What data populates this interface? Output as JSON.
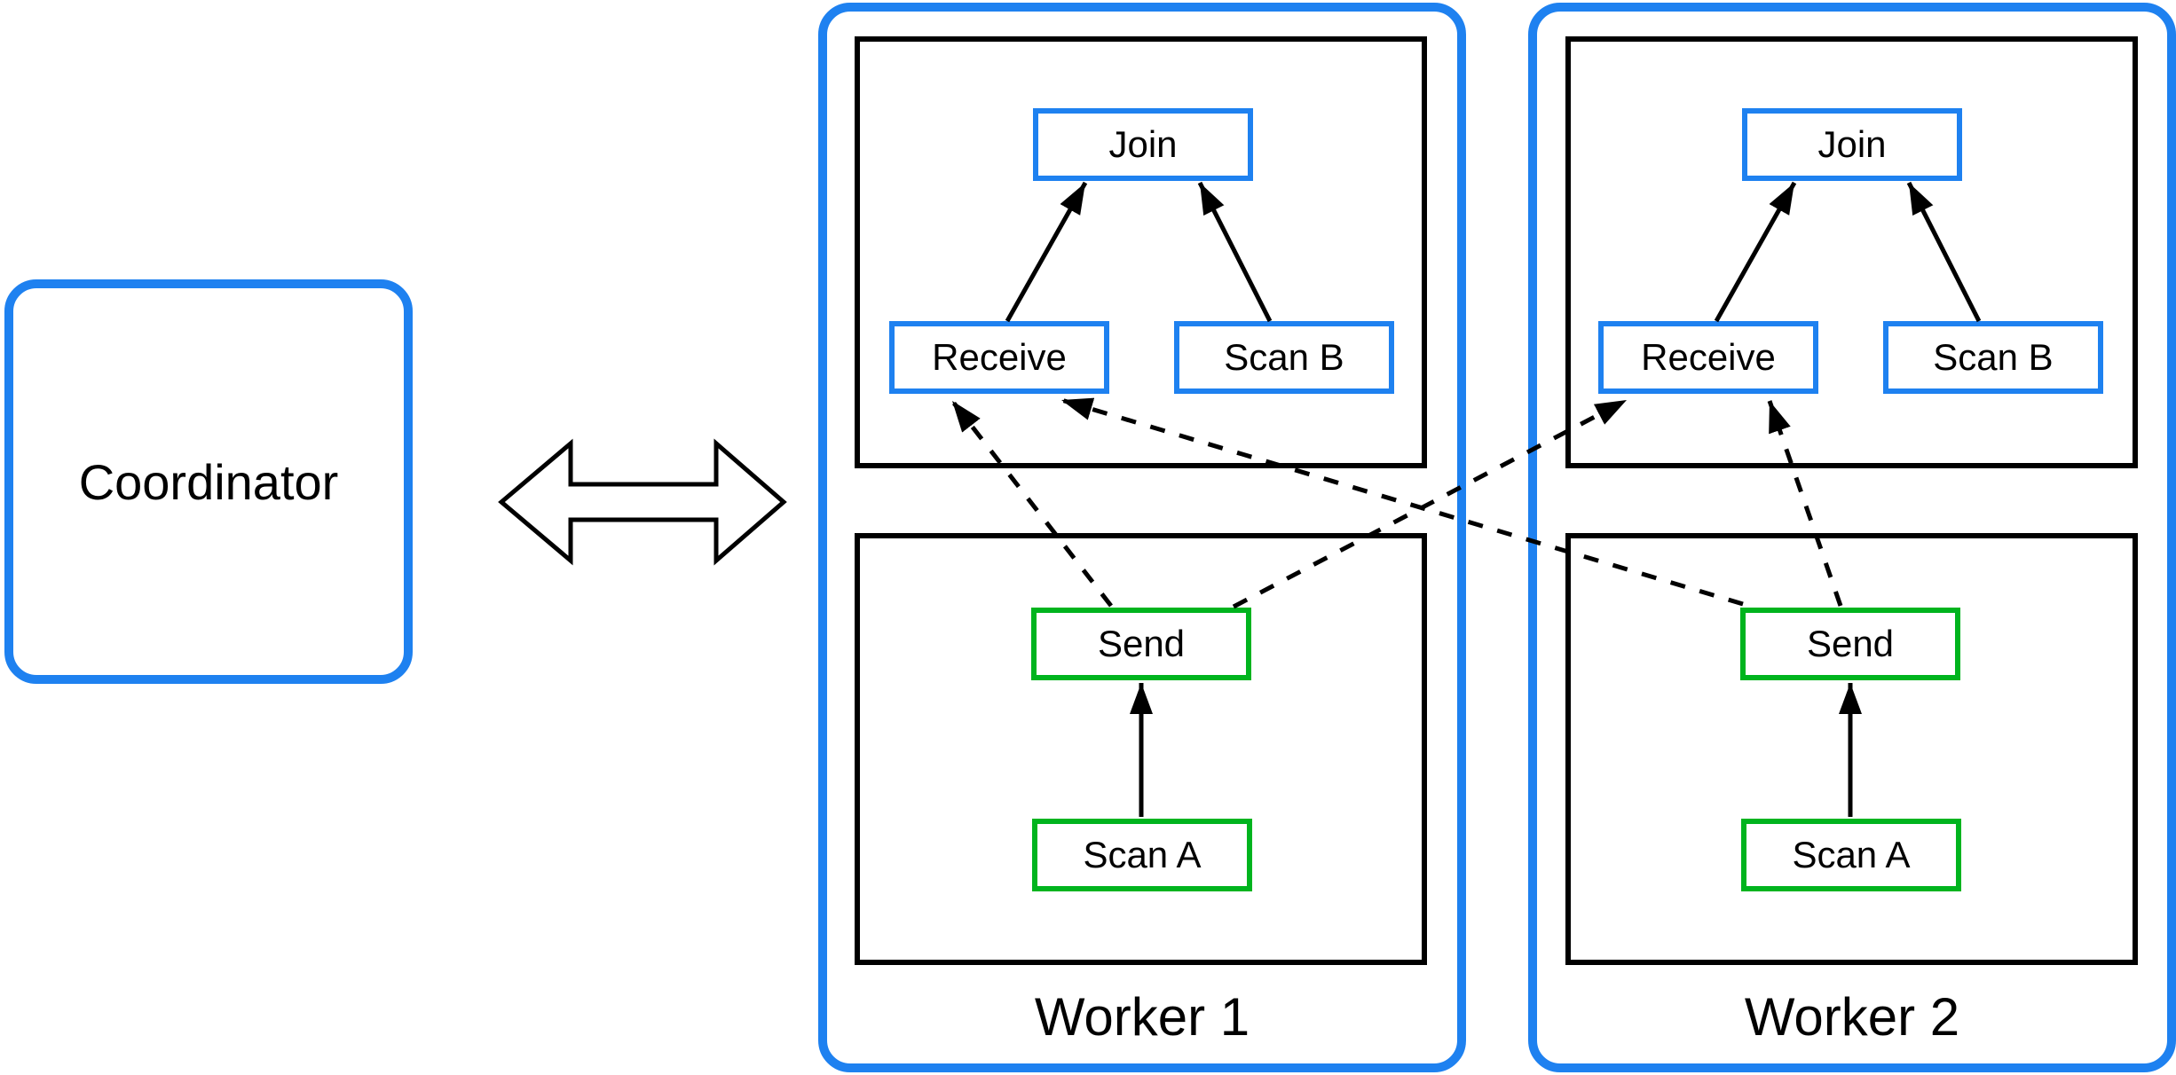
{
  "colors": {
    "blue": "#1e81f0",
    "green": "#00b41e",
    "black": "#000000"
  },
  "coordinator": {
    "label": "Coordinator"
  },
  "coordinator_link": {
    "icon": "double-headed-arrow",
    "style": "outlined",
    "direction": "horizontal-bidirectional"
  },
  "workers": [
    {
      "label": "Worker 1",
      "nodes": {
        "join": {
          "label": "Join",
          "color": "blue"
        },
        "receive": {
          "label": "Receive",
          "color": "blue"
        },
        "scan_b": {
          "label": "Scan B",
          "color": "blue"
        },
        "send": {
          "label": "Send",
          "color": "green"
        },
        "scan_a": {
          "label": "Scan A",
          "color": "green"
        }
      }
    },
    {
      "label": "Worker 2",
      "nodes": {
        "join": {
          "label": "Join",
          "color": "blue"
        },
        "receive": {
          "label": "Receive",
          "color": "blue"
        },
        "scan_b": {
          "label": "Scan B",
          "color": "blue"
        },
        "send": {
          "label": "Send",
          "color": "green"
        },
        "scan_a": {
          "label": "Scan A",
          "color": "green"
        }
      }
    }
  ],
  "edges": {
    "solid": [
      {
        "from": "worker1.receive",
        "to": "worker1.join"
      },
      {
        "from": "worker1.scan_b",
        "to": "worker1.join"
      },
      {
        "from": "worker1.scan_a",
        "to": "worker1.send"
      },
      {
        "from": "worker2.receive",
        "to": "worker2.join"
      },
      {
        "from": "worker2.scan_b",
        "to": "worker2.join"
      },
      {
        "from": "worker2.scan_a",
        "to": "worker2.send"
      }
    ],
    "dashed": [
      {
        "from": "worker1.send",
        "to": "worker1.receive"
      },
      {
        "from": "worker1.send",
        "to": "worker2.receive"
      },
      {
        "from": "worker2.send",
        "to": "worker2.receive"
      },
      {
        "from": "worker2.send",
        "to": "worker1.receive"
      }
    ]
  }
}
